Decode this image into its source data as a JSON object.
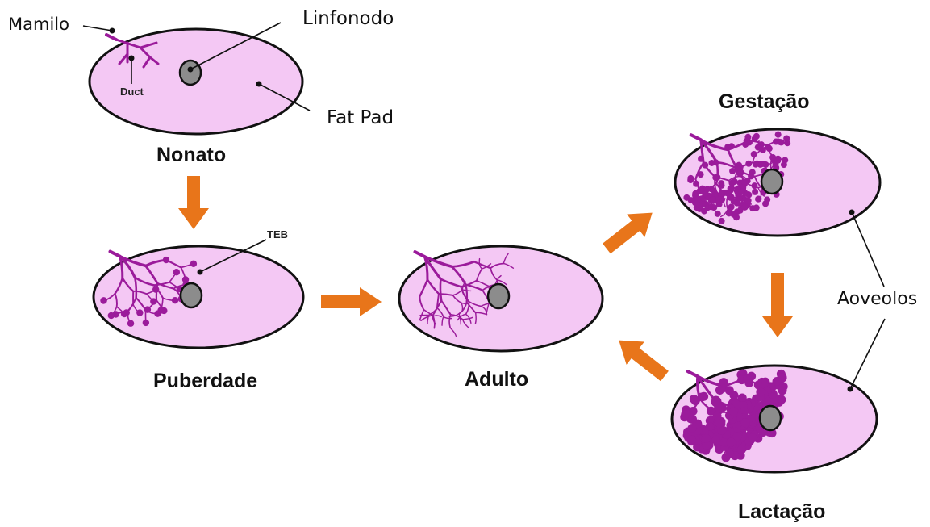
{
  "labels": {
    "mamilo": "Mamilo",
    "linfonodo": "Linfonodo",
    "duct": "Duct",
    "fat_pad": "Fat Pad",
    "teb": "TEB",
    "aoveolos": "Aoveolos"
  },
  "stages": {
    "nonato": "Nonato",
    "puberdade": "Puberdade",
    "adulto": "Adulto",
    "gestacao": "Gestação",
    "lactacao": "Lactação"
  },
  "colors": {
    "fat_pad": "#f4c8f4",
    "outline": "#111111",
    "duct": "#9b1b9b",
    "lymph_node": "#8c8c8c",
    "arrow": "#e8751a"
  }
}
